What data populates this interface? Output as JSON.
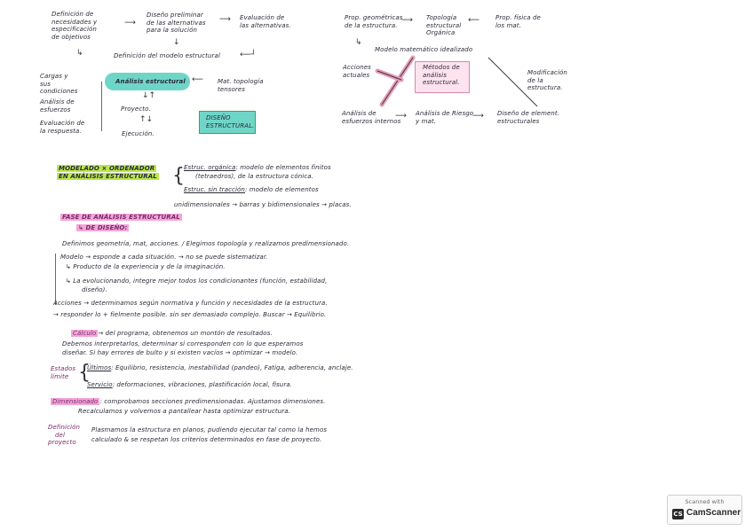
{
  "diagram_left": {
    "def_necesidades": [
      "Definición de",
      "necesidades y",
      "especificación",
      "de objetivos"
    ],
    "diseno_preliminar": [
      "Diseño preliminar",
      "de las alternativas",
      "para la solución"
    ],
    "evaluacion_alternativas": [
      "Evaluación de",
      "las alternativas."
    ],
    "definicion_modelo": "Definición del modelo estructural",
    "cargas": [
      "Cargas y",
      "sus",
      "condiciones"
    ],
    "analisis_esfuerzos": [
      "Análisis de",
      "esfuerzos"
    ],
    "evaluacion_respuesta": [
      "Evaluación de",
      "la respuesta."
    ],
    "analisis_estructural": "Análisis estructural",
    "mat_topologia": [
      "Mat. topología",
      "tensores"
    ],
    "proyecto": "Proyecto.",
    "ejecucion": "Ejecución.",
    "diseno_estructural": [
      "DISEÑO",
      "ESTRUCTURAL."
    ]
  },
  "diagram_right": {
    "prop_geometricas": [
      "Prop. geométricas",
      "de la estructura."
    ],
    "topologia": [
      "Topología",
      "estructural",
      "Orgánica"
    ],
    "prop_fisica": [
      "Prop. física de",
      "los mat."
    ],
    "modelo_matematico": "Modelo matemático idealizado",
    "acciones": [
      "Acciones",
      "actuales"
    ],
    "metodos": [
      "Métodos de",
      "análisis",
      "estructural."
    ],
    "modificacion": [
      "Modificación",
      "de la",
      "estructura."
    ],
    "analisis_esfuerzos": [
      "Análisis de",
      "esfuerzos internos"
    ],
    "analisis_riesgo": [
      "Análisis de Riesgo",
      "y mat."
    ],
    "diseno_elementos": [
      "Diseño de element.",
      "estructurales"
    ]
  },
  "section_modelado": {
    "heading": [
      "MODELADO × ORDENADOR",
      "EN ANÁLISIS ESTRUCTURAL"
    ],
    "line1_label": "Estruc. orgánica",
    "line1_text": ": modelo de elementos finitos",
    "line2": "(tetraedros), de la estructura cónica.",
    "line3_label": "Estruc. sin tracción",
    "line3_text": ": modelo de elementos",
    "line4": "unidimensionales → barras y bidimensionales → placas."
  },
  "section_fase": {
    "heading": "FASE DE ANÁLISIS ESTRUCTURAL",
    "sub": "↳ DE DISEÑO:",
    "lines": [
      "Definimos geometría, mat, acciones. / Elegimos topología y realizamos predimensionado.",
      "Modelo → esponde a cada situación. → no se puede sistematizar.",
      "↳ Producto de la experiencia y de la imaginación.",
      "↳ La evolucionando, integre mejor todos los condicionantes (función, estabilidad,",
      "diseño).",
      "Acciones → determinamos según normativa y función y necesidades de la estructura.",
      "→ responder lo + fielmente posible. sin ser demasiado complejo. Buscar → Equilibrio."
    ]
  },
  "section_calculo": {
    "label": "Cálculo",
    "line1": "→ del programa, obtenemos un montón de resultados.",
    "line2": "Debemos interpretarlos, determinar si corresponden con lo que esperamos",
    "line3": "diseñar. Si hay errores de bulto y si existen vacíos → optimizar → modelo.",
    "estados_label": [
      "Estados",
      "límite"
    ],
    "ultimos_label": "Últimos",
    "ultimos_text": ": Equilibrio, resistencia, inestabilidad (pandeo), Fatiga, adherencia, anclaje.",
    "servicio_label": "Servicio",
    "servicio_text": ": deformaciones, vibraciones, plastificación local, fisura."
  },
  "section_dimensionado": {
    "label": "Dimensionado",
    "line1": ": comprobamos secciones predimensionadas. Ajustamos dimensiones.",
    "line2": "Recalculamos y volvemos a pantallear hasta optimizar estructura."
  },
  "section_definicion": {
    "label": [
      "Definición",
      "del",
      "proyecto"
    ],
    "line1": "Plasmamos la estructura en planos, pudiendo ejecutar tal como la hemos",
    "line2": "calculado & se respetan los criterios determinados en fase de proyecto."
  },
  "badge": {
    "top": "Scanned with",
    "logo": "CS",
    "name": "CamScanner"
  },
  "colors": {
    "ink": "#2b2b3a",
    "highlight_green": "#b9e84a",
    "highlight_pink": "#f3a6d8",
    "highlight_teal": "#6fd6c7",
    "arrow_pink": "#e79ab8"
  }
}
